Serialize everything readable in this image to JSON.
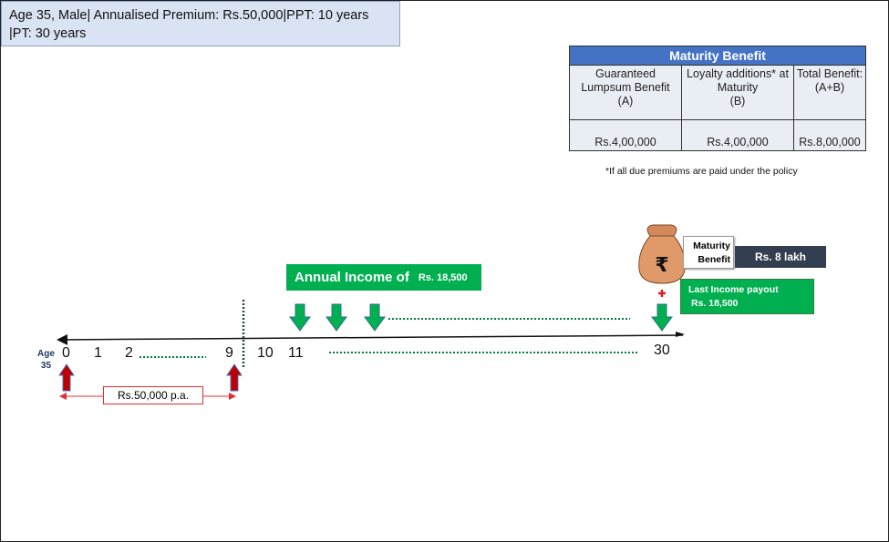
{
  "info_box": {
    "line1": "Age 35, Male| Annualised Premium: Rs.50,000|PPT: 10 years",
    "line2": "|PT: 30 years"
  },
  "table": {
    "title": "Maturity Benefit",
    "headers": [
      [
        "Guaranteed",
        "Lumpsum Benefit",
        "(A)"
      ],
      [
        "Loyalty additions* at",
        "Maturity",
        "(B)"
      ],
      [
        "Total Benefit:",
        "(A+B)",
        ""
      ]
    ],
    "values": [
      "Rs.4,00,000",
      "Rs.4,00,000",
      "Rs.8,00,000"
    ],
    "footnote": "*If all due premiums are paid under the policy"
  },
  "timeline": {
    "age_label": "Age",
    "age_value": "35",
    "ticks": [
      "0",
      "1",
      "2",
      "9",
      "10",
      "11",
      "30"
    ],
    "premium_label": "Rs.50,000 p.a.",
    "annual_income_label": "Annual Income of",
    "annual_income_value": "Rs. 18,500",
    "maturity_label_1": "Maturity",
    "maturity_label_2": "Benefit",
    "maturity_value": "Rs. 8 lakh",
    "last_income_label": "Last Income payout",
    "last_income_value": "Rs. 18,500",
    "currency_symbol": "₹"
  },
  "colors": {
    "premium_arrow": "#c00000",
    "income_arrow": "#00b050",
    "header_blue": "#4472c4",
    "dark_box": "#333f50"
  }
}
